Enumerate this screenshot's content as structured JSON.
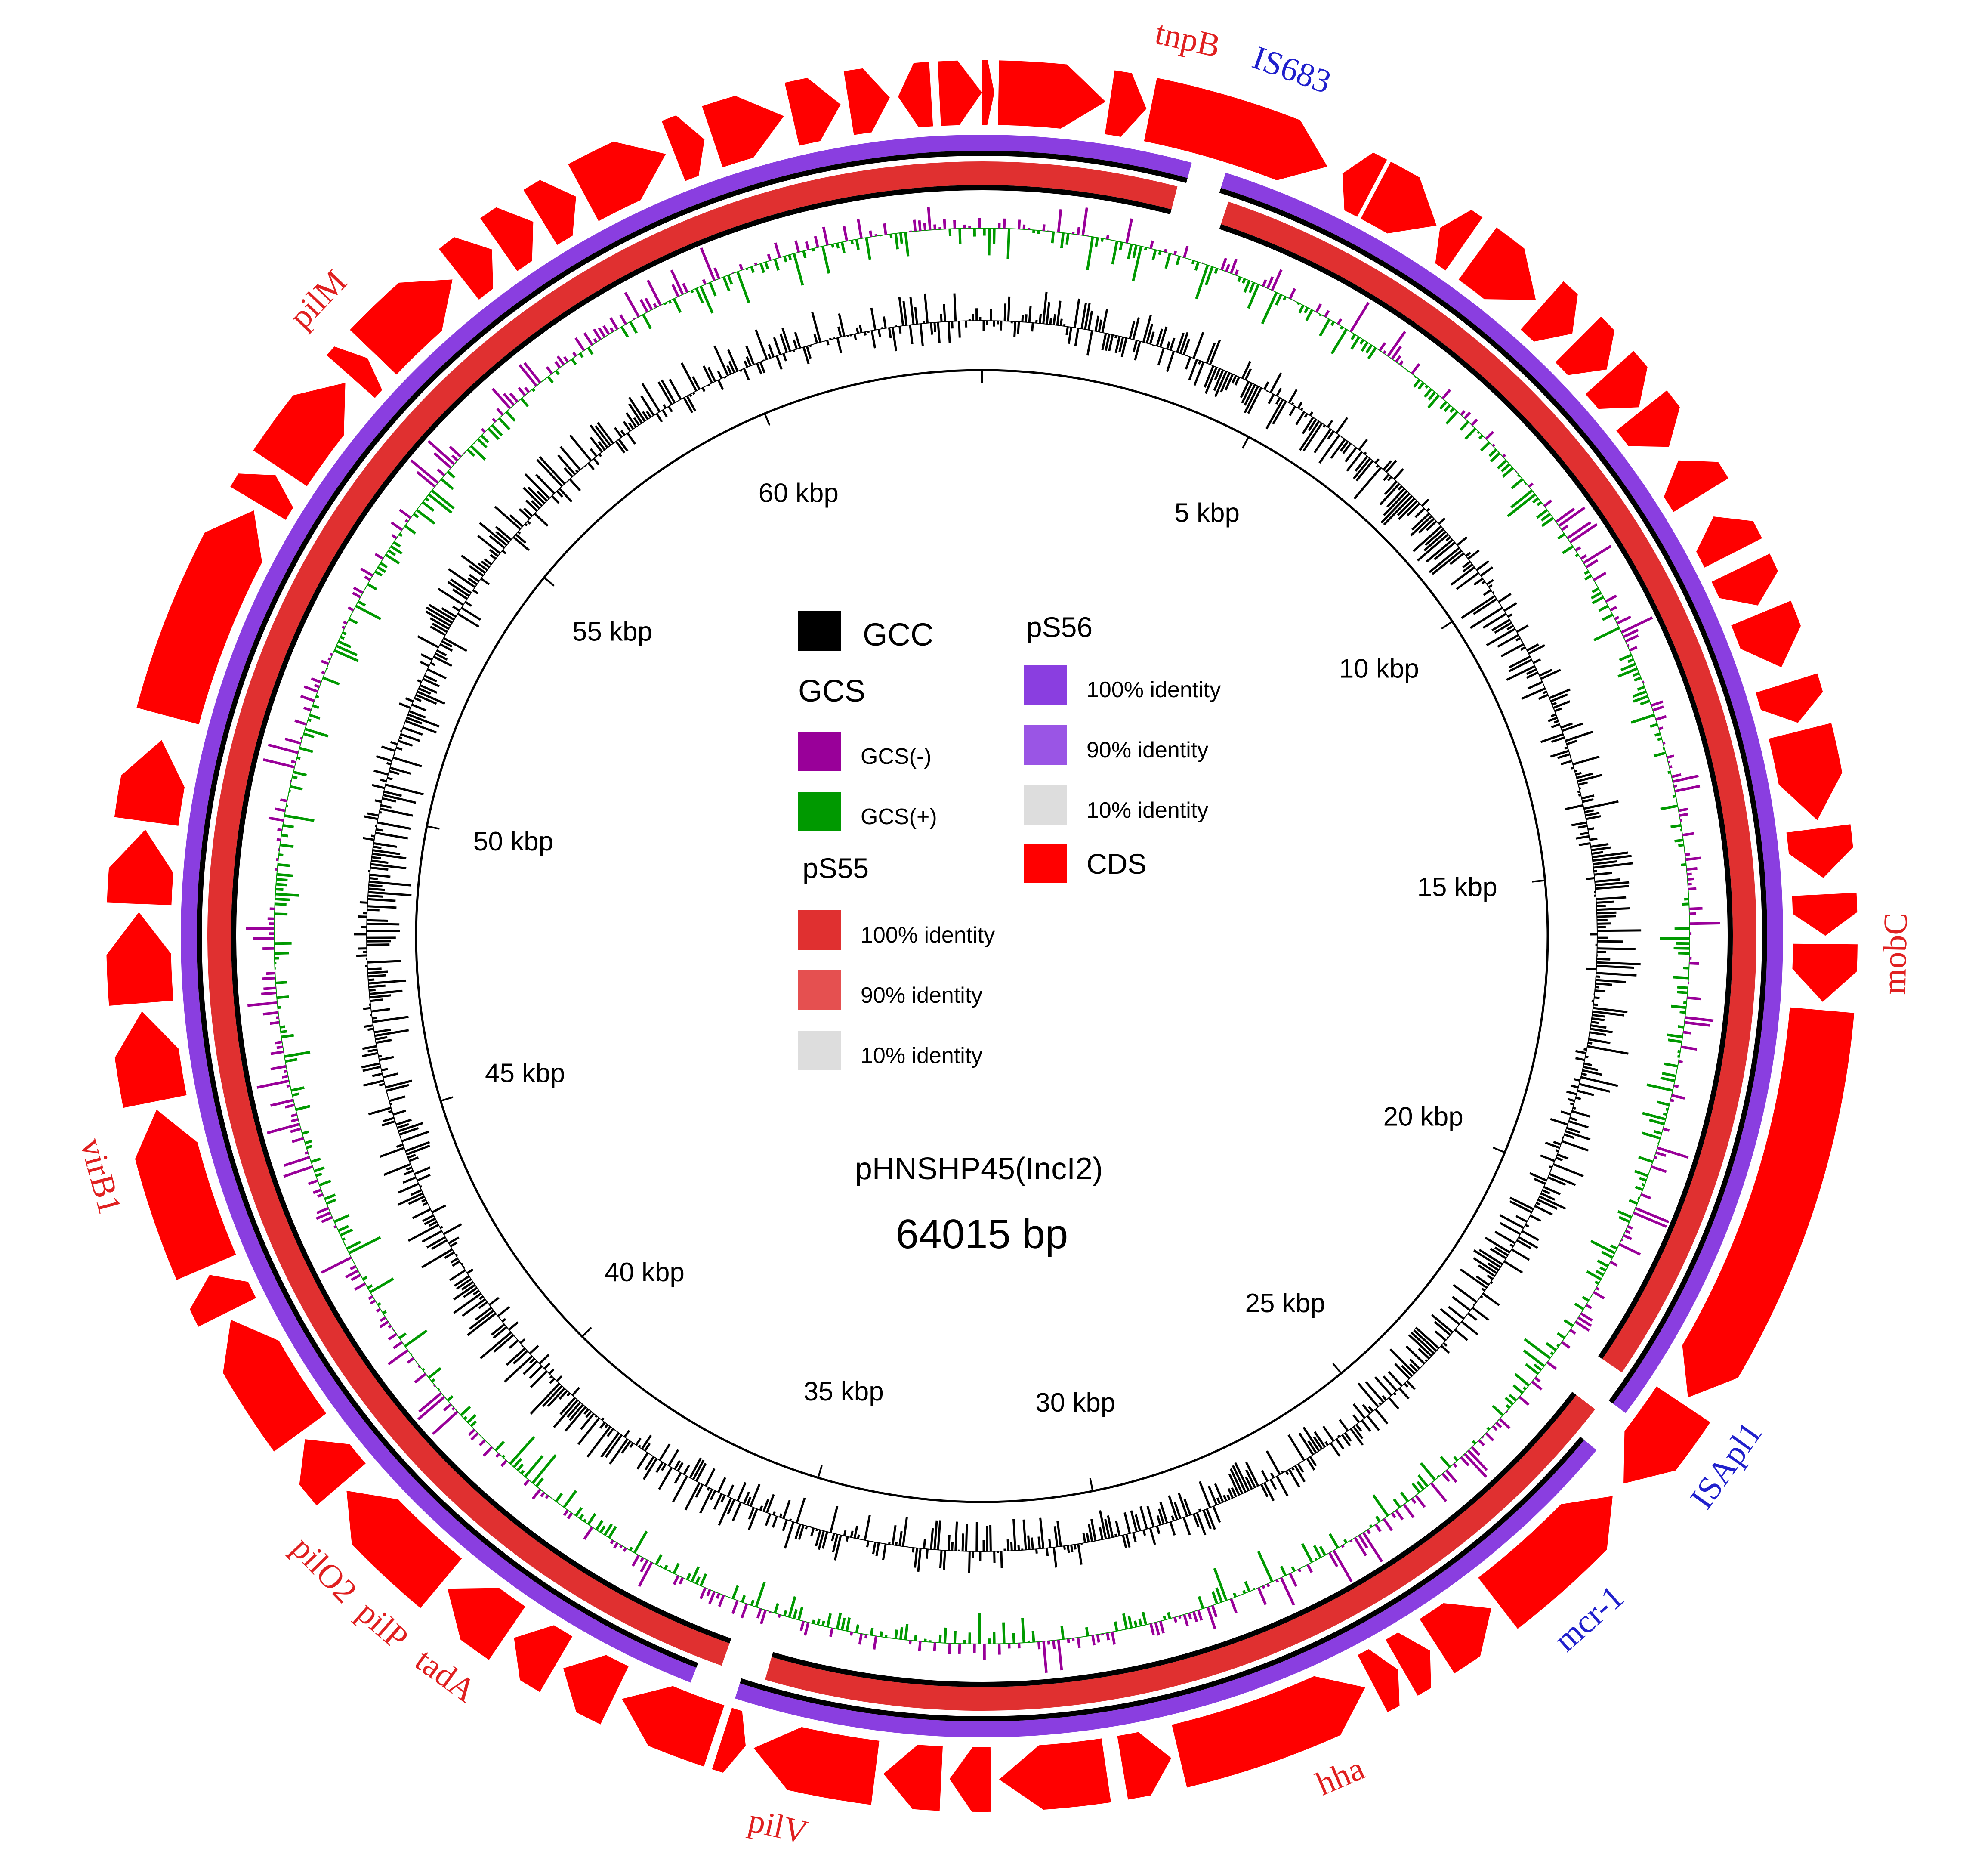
{
  "plasmid": {
    "name": "pHNSHP45(IncI2)",
    "length_label": "64015 bp",
    "length_bp": 64015
  },
  "colors": {
    "cds": "#ff0000",
    "ps55": "#e03030",
    "ps56": "#8a3ee0",
    "gcc": "#000000",
    "gcs_minus": "#990099",
    "gcs_plus": "#009900",
    "gene_red": "#e02020",
    "gene_blue": "#2020cc"
  },
  "scale_ticks": [
    {
      "label": "5 kbp",
      "pos": 5000
    },
    {
      "label": "10 kbp",
      "pos": 10000
    },
    {
      "label": "15 kbp",
      "pos": 15000
    },
    {
      "label": "20 kbp",
      "pos": 20000
    },
    {
      "label": "25 kbp",
      "pos": 25000
    },
    {
      "label": "30 kbp",
      "pos": 30000
    },
    {
      "label": "35 kbp",
      "pos": 35000
    },
    {
      "label": "40 kbp",
      "pos": 40000
    },
    {
      "label": "45 kbp",
      "pos": 45000
    },
    {
      "label": "50 kbp",
      "pos": 50000
    },
    {
      "label": "55 kbp",
      "pos": 55000
    },
    {
      "label": "60 kbp",
      "pos": 60000
    }
  ],
  "legend": {
    "gcc": "GCC",
    "gcs": "GCS",
    "gcs_minus": "GCS(-)",
    "gcs_plus": "GCS(+)",
    "ps55": {
      "title": "pS55",
      "items": [
        {
          "label": "100% identity",
          "color": "#e03030"
        },
        {
          "label": "90% identity",
          "color": "#e55050"
        },
        {
          "label": "10% identity",
          "color": "#dddddd"
        }
      ]
    },
    "ps56": {
      "title": "pS56",
      "items": [
        {
          "label": "100% identity",
          "color": "#8a3ee0"
        },
        {
          "label": "90% identity",
          "color": "#9a55e5"
        },
        {
          "label": "10% identity",
          "color": "#dddddd"
        }
      ]
    },
    "cds": "CDS"
  },
  "gene_labels": [
    {
      "text": "tnpB",
      "pos": 2300,
      "color": "#e02020"
    },
    {
      "text": "IS683",
      "pos": 3500,
      "color": "#2020cc"
    },
    {
      "text": "mobC",
      "pos": 16200,
      "color": "#e02020"
    },
    {
      "text": "ISApl1",
      "pos": 22300,
      "color": "#2020cc"
    },
    {
      "text": "mcr-1",
      "pos": 24600,
      "color": "#2020cc"
    },
    {
      "text": "hha",
      "pos": 27900,
      "color": "#e02020"
    },
    {
      "text": "pilV",
      "pos": 34300,
      "color": "#e02020"
    },
    {
      "text": "tadA",
      "pos": 38400,
      "color": "#e02020"
    },
    {
      "text": "pilP",
      "pos": 39300,
      "color": "#e02020"
    },
    {
      "text": "pilO2",
      "pos": 40200,
      "color": "#e02020"
    },
    {
      "text": "virB1",
      "pos": 45300,
      "color": "#e02020"
    },
    {
      "text": "pilM",
      "pos": 55800,
      "color": "#e02020"
    }
  ],
  "chart_data": {
    "type": "circular-genome-map",
    "length_bp": 64015,
    "cds": [
      {
        "start": 200,
        "end": 1500,
        "strand": 1
      },
      {
        "start": 1550,
        "end": 2000,
        "strand": 1
      },
      {
        "start": 2050,
        "end": 4300,
        "strand": 1
      },
      {
        "start": 4500,
        "end": 4900,
        "strand": -1
      },
      {
        "start": 4950,
        "end": 5800,
        "strand": 1
      },
      {
        "start": 5850,
        "end": 6200,
        "strand": -1
      },
      {
        "start": 6400,
        "end": 7300,
        "strand": 1
      },
      {
        "start": 7400,
        "end": 7900,
        "strand": 1
      },
      {
        "start": 8000,
        "end": 8500,
        "strand": 1
      },
      {
        "start": 8550,
        "end": 9100,
        "strand": 1
      },
      {
        "start": 9150,
        "end": 9700,
        "strand": 1
      },
      {
        "start": 9900,
        "end": 10400,
        "strand": -1
      },
      {
        "start": 10700,
        "end": 11200,
        "strand": -1
      },
      {
        "start": 11400,
        "end": 11900,
        "strand": 1
      },
      {
        "start": 12000,
        "end": 12700,
        "strand": 1
      },
      {
        "start": 12900,
        "end": 13400,
        "strand": 1
      },
      {
        "start": 13500,
        "end": 14600,
        "strand": 1
      },
      {
        "start": 14700,
        "end": 15300,
        "strand": 1
      },
      {
        "start": 15500,
        "end": 16000,
        "strand": 1
      },
      {
        "start": 16100,
        "end": 16800,
        "strand": 1
      },
      {
        "start": 16900,
        "end": 21900,
        "strand": 1
      },
      {
        "start": 22000,
        "end": 23200,
        "strand": 1
      },
      {
        "start": 23400,
        "end": 25300,
        "strand": -1
      },
      {
        "start": 25400,
        "end": 26200,
        "strand": -1
      },
      {
        "start": 26300,
        "end": 26700,
        "strand": -1
      },
      {
        "start": 26750,
        "end": 27100,
        "strand": -1
      },
      {
        "start": 27200,
        "end": 29600,
        "strand": -1
      },
      {
        "start": 29700,
        "end": 30300,
        "strand": -1
      },
      {
        "start": 30500,
        "end": 31800,
        "strand": 1
      },
      {
        "start": 31900,
        "end": 32400,
        "strand": 1
      },
      {
        "start": 32500,
        "end": 33200,
        "strand": 1
      },
      {
        "start": 33300,
        "end": 34800,
        "strand": 1
      },
      {
        "start": 34900,
        "end": 35200,
        "strand": -1
      },
      {
        "start": 35300,
        "end": 36500,
        "strand": 1
      },
      {
        "start": 36600,
        "end": 37300,
        "strand": 1
      },
      {
        "start": 37400,
        "end": 38000,
        "strand": 1
      },
      {
        "start": 38100,
        "end": 39000,
        "strand": 1
      },
      {
        "start": 39100,
        "end": 40700,
        "strand": 1
      },
      {
        "start": 40800,
        "end": 41500,
        "strand": 1
      },
      {
        "start": 41600,
        "end": 43200,
        "strand": 1
      },
      {
        "start": 43300,
        "end": 43800,
        "strand": 1
      },
      {
        "start": 43900,
        "end": 45900,
        "strand": 1
      },
      {
        "start": 46000,
        "end": 47100,
        "strand": 1
      },
      {
        "start": 47200,
        "end": 48300,
        "strand": 1
      },
      {
        "start": 48400,
        "end": 49300,
        "strand": 1
      },
      {
        "start": 49400,
        "end": 50400,
        "strand": 1
      },
      {
        "start": 50700,
        "end": 53400,
        "strand": 1
      },
      {
        "start": 53500,
        "end": 53900,
        "strand": 1
      },
      {
        "start": 54000,
        "end": 55300,
        "strand": 1
      },
      {
        "start": 55400,
        "end": 55700,
        "strand": 1
      },
      {
        "start": 55800,
        "end": 57100,
        "strand": 1
      },
      {
        "start": 57200,
        "end": 57700,
        "strand": 1
      },
      {
        "start": 57800,
        "end": 58300,
        "strand": 1
      },
      {
        "start": 58400,
        "end": 58900,
        "strand": 1
      },
      {
        "start": 59000,
        "end": 60100,
        "strand": 1
      },
      {
        "start": 60200,
        "end": 60600,
        "strand": 1
      },
      {
        "start": 60700,
        "end": 61600,
        "strand": 1
      },
      {
        "start": 61700,
        "end": 62300,
        "strand": 1
      },
      {
        "start": 62400,
        "end": 62900,
        "strand": 1
      },
      {
        "start": 63000,
        "end": 63400,
        "strand": -1
      },
      {
        "start": 63500,
        "end": 64015,
        "strand": 1
      },
      {
        "start": 0,
        "end": 150,
        "strand": 1
      }
    ],
    "ps56_blocks": [
      {
        "start": 3150,
        "end": 22500
      },
      {
        "start": 23100,
        "end": 35200
      },
      {
        "start": 35800,
        "end": 64015
      },
      {
        "start": 0,
        "end": 2700
      }
    ],
    "ps55_blocks": [
      {
        "start": 3300,
        "end": 22100
      },
      {
        "start": 22700,
        "end": 34900
      },
      {
        "start": 35500,
        "end": 64015
      },
      {
        "start": 0,
        "end": 2600
      }
    ],
    "gc_content_seed": 45,
    "gc_skew_seed": 91
  }
}
